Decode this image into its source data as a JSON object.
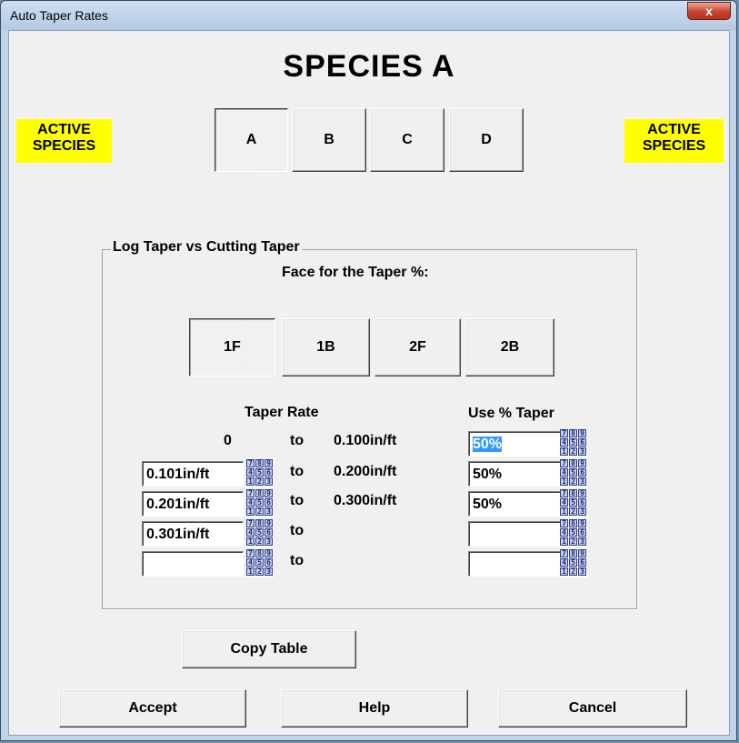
{
  "window": {
    "title": "Auto Taper Rates",
    "close_glyph": "x"
  },
  "species_title": "SPECIES A",
  "active_label_line1": "ACTIVE",
  "active_label_line2": "SPECIES",
  "species_buttons": [
    {
      "label": "A",
      "pressed": true
    },
    {
      "label": "B",
      "pressed": false
    },
    {
      "label": "C",
      "pressed": false
    },
    {
      "label": "D",
      "pressed": false
    }
  ],
  "group": {
    "legend": "Log Taper vs Cutting Taper",
    "face_label": "Face for the Taper %:",
    "face_buttons": [
      {
        "label": "1F",
        "pressed": true
      },
      {
        "label": "1B",
        "pressed": false
      },
      {
        "label": "2F",
        "pressed": false
      },
      {
        "label": "2B",
        "pressed": false
      }
    ],
    "taper_rate_header": "Taper Rate",
    "use_taper_header": "Use % Taper",
    "to_label": "to",
    "rows": [
      {
        "from": "0",
        "to_value": "0.100in/ft",
        "percent": "50%"
      },
      {
        "from": "0.101in/ft",
        "to_value": "0.200in/ft",
        "percent": "50%"
      },
      {
        "from": "0.201in/ft",
        "to_value": "0.300in/ft",
        "percent": "50%"
      },
      {
        "from": "0.301in/ft",
        "to_value": "",
        "percent": ""
      },
      {
        "from": "",
        "to_value": "",
        "percent": ""
      }
    ],
    "keypad_digits": [
      "7",
      "8",
      "9",
      "4",
      "5",
      "6",
      "1",
      "2",
      "3"
    ]
  },
  "buttons": {
    "copy_table": "Copy Table",
    "accept": "Accept",
    "help": "Help",
    "cancel": "Cancel"
  }
}
